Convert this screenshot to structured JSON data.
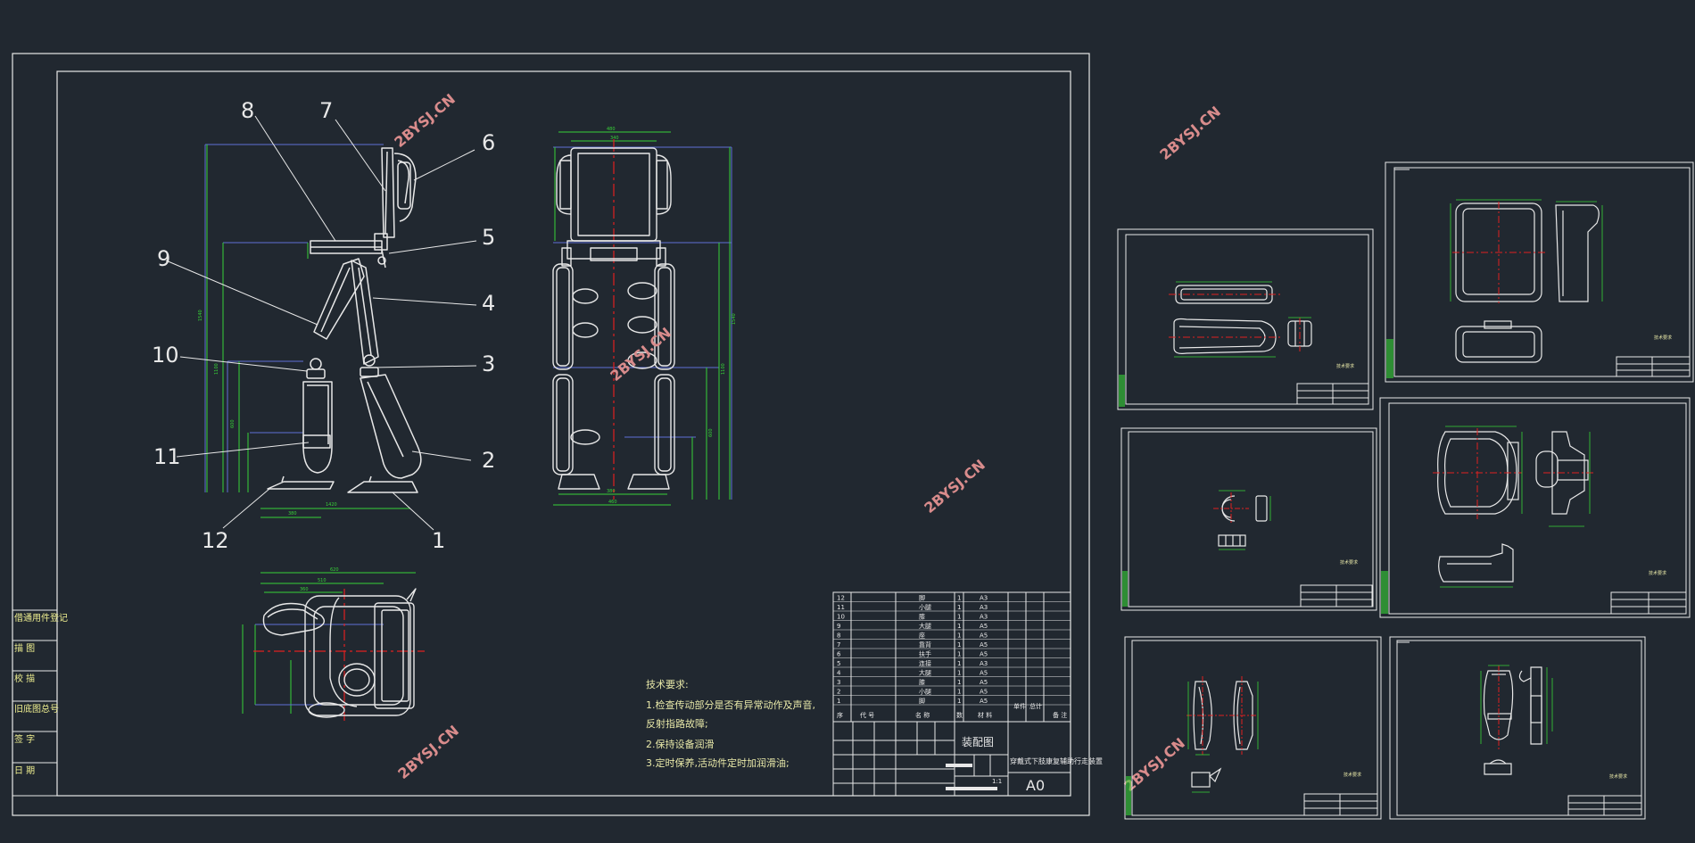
{
  "colors": {
    "background": "#212830",
    "line": "#e8e8e8",
    "dimension": "#37d237",
    "frame_blue": "#5f6fd6",
    "centerline": "#e02020",
    "watermark": "#d98c8c",
    "note_yellow": "#e8e8a8"
  },
  "watermark": "2BYSJ.CN",
  "part_numbers": [
    "1",
    "2",
    "3",
    "4",
    "5",
    "6",
    "7",
    "8",
    "9",
    "10",
    "11",
    "12"
  ],
  "side_stamp": {
    "rows": [
      "借通用件登记",
      "描 图",
      "校 描",
      "旧底图总号",
      "签 字",
      "日 期"
    ]
  },
  "tech_notes": {
    "title": "技术要求:",
    "lines": [
      "1.检查传动部分是否有异常动作及声音,",
      "反射指路故障;",
      "2.保持设备润滑",
      "3.定时保养,活动件定时加润滑油;"
    ]
  },
  "title_block": {
    "drawing_type": "装配图",
    "drawing_name": "穿戴式下肢康复辅助行走装置",
    "sheet_size": "A0",
    "scale": "1:1",
    "header_cells": [
      "序",
      "代 号",
      "名 称",
      "数",
      "材 料",
      "单件",
      "总计",
      "备 注"
    ]
  },
  "bom": [
    {
      "no": "12",
      "name": "脚",
      "qty": "1",
      "size": "A3"
    },
    {
      "no": "11",
      "name": "小腿",
      "qty": "1",
      "size": "A3"
    },
    {
      "no": "10",
      "name": "膝",
      "qty": "1",
      "size": "A3"
    },
    {
      "no": "9",
      "name": "大腿",
      "qty": "1",
      "size": "A5"
    },
    {
      "no": "8",
      "name": "座",
      "qty": "1",
      "size": "A5"
    },
    {
      "no": "7",
      "name": "靠背",
      "qty": "1",
      "size": "A5"
    },
    {
      "no": "6",
      "name": "扶手",
      "qty": "1",
      "size": "A5"
    },
    {
      "no": "5",
      "name": "连接",
      "qty": "1",
      "size": "A3"
    },
    {
      "no": "4",
      "name": "大腿",
      "qty": "1",
      "size": "A5"
    },
    {
      "no": "3",
      "name": "膝",
      "qty": "1",
      "size": "A5"
    },
    {
      "no": "2",
      "name": "小腿",
      "qty": "1",
      "size": "A5"
    },
    {
      "no": "1",
      "name": "脚",
      "qty": "1",
      "size": "A5"
    }
  ],
  "detail_sheets": [
    {
      "title": "技术要求"
    },
    {
      "title": "技术要求"
    },
    {
      "title": "技术要求"
    },
    {
      "title": "技术要求"
    },
    {
      "title": "技术要求"
    },
    {
      "title": "技术要求"
    }
  ]
}
